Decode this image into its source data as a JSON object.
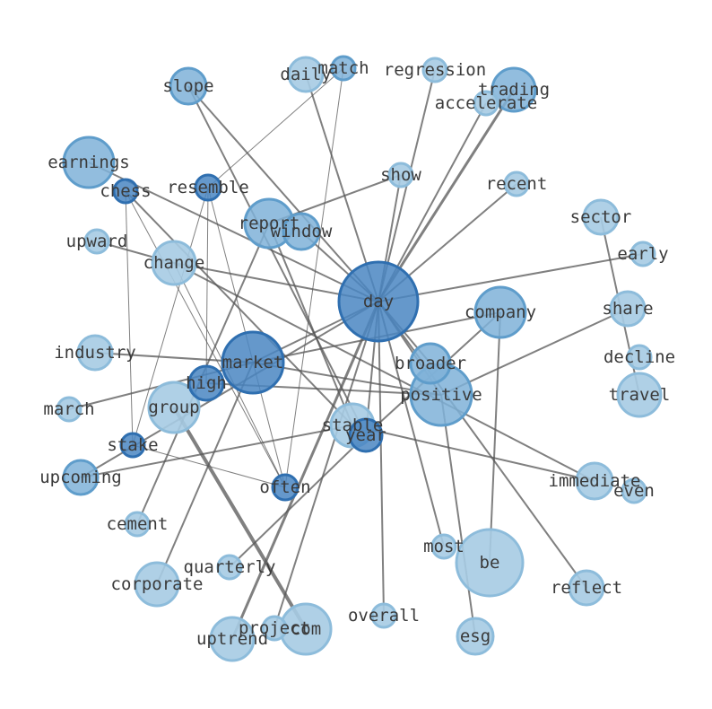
{
  "palette": {
    "light_fill": "#a6cbe3",
    "light_stroke": "#8dbcdb",
    "mid_fill": "#7fb2d8",
    "mid_stroke": "#5f9dcb",
    "dark_fill": "#4a86c2",
    "dark_stroke": "#2f6fb0",
    "edge": "#555555"
  },
  "nodes": [
    {
      "id": "day",
      "label": "day",
      "shade": "dark"
    },
    {
      "id": "market",
      "label": "market",
      "shade": "dark"
    },
    {
      "id": "positive",
      "label": "positive",
      "shade": "mid"
    },
    {
      "id": "be",
      "label": "be",
      "shade": "light"
    },
    {
      "id": "com",
      "label": "com",
      "shade": "light"
    },
    {
      "id": "company",
      "label": "company",
      "shade": "mid"
    },
    {
      "id": "earnings",
      "label": "earnings",
      "shade": "mid"
    },
    {
      "id": "report",
      "label": "report",
      "shade": "mid"
    },
    {
      "id": "group",
      "label": "group",
      "shade": "light"
    },
    {
      "id": "broader",
      "label": "broader",
      "shade": "mid"
    },
    {
      "id": "trading",
      "label": "trading",
      "shade": "mid"
    },
    {
      "id": "stable",
      "label": "stable",
      "shade": "light"
    },
    {
      "id": "change",
      "label": "change",
      "shade": "light"
    },
    {
      "id": "window",
      "label": "window",
      "shade": "mid"
    },
    {
      "id": "year",
      "label": "year",
      "shade": "dark"
    },
    {
      "id": "travel",
      "label": "travel",
      "shade": "light"
    },
    {
      "id": "immediate",
      "label": "immediate",
      "shade": "light"
    },
    {
      "id": "uptrend",
      "label": "uptrend",
      "shade": "light"
    },
    {
      "id": "corporate",
      "label": "corporate",
      "shade": "light"
    },
    {
      "id": "high",
      "label": "high",
      "shade": "dark"
    },
    {
      "id": "slope",
      "label": "slope",
      "shade": "mid"
    },
    {
      "id": "share",
      "label": "share",
      "shade": "light"
    },
    {
      "id": "esg",
      "label": "esg",
      "shade": "light"
    },
    {
      "id": "reflect",
      "label": "reflect",
      "shade": "light"
    },
    {
      "id": "upcoming",
      "label": "upcoming",
      "shade": "mid"
    },
    {
      "id": "daily",
      "label": "daily",
      "shade": "light"
    },
    {
      "id": "industry",
      "label": "industry",
      "shade": "light"
    },
    {
      "id": "sector",
      "label": "sector",
      "shade": "light"
    },
    {
      "id": "often",
      "label": "often",
      "shade": "dark"
    },
    {
      "id": "resemble",
      "label": "resemble",
      "shade": "dark"
    },
    {
      "id": "chess",
      "label": "chess",
      "shade": "dark"
    },
    {
      "id": "stake",
      "label": "stake",
      "shade": "dark"
    },
    {
      "id": "match",
      "label": "match",
      "shade": "mid"
    },
    {
      "id": "regression",
      "label": "regression",
      "shade": "light"
    },
    {
      "id": "accelerate",
      "label": "accelerate",
      "shade": "light"
    },
    {
      "id": "show",
      "label": "show",
      "shade": "light"
    },
    {
      "id": "recent",
      "label": "recent",
      "shade": "light"
    },
    {
      "id": "upward",
      "label": "upward",
      "shade": "light"
    },
    {
      "id": "early",
      "label": "early",
      "shade": "light"
    },
    {
      "id": "decline",
      "label": "decline",
      "shade": "light"
    },
    {
      "id": "march",
      "label": "march",
      "shade": "light"
    },
    {
      "id": "even",
      "label": "even",
      "shade": "light"
    },
    {
      "id": "cement",
      "label": "cement",
      "shade": "light"
    },
    {
      "id": "most",
      "label": "most",
      "shade": "light"
    },
    {
      "id": "quarterly",
      "label": "quarterly",
      "shade": "light"
    },
    {
      "id": "overall",
      "label": "overall",
      "shade": "light"
    },
    {
      "id": "project",
      "label": "project",
      "shade": "light"
    }
  ],
  "edges": [
    {
      "source": "day",
      "target": "trading",
      "weight": 3
    },
    {
      "source": "day",
      "target": "accelerate",
      "weight": 2
    },
    {
      "source": "day",
      "target": "regression",
      "weight": 2
    },
    {
      "source": "day",
      "target": "show",
      "weight": 2
    },
    {
      "source": "day",
      "target": "recent",
      "weight": 2
    },
    {
      "source": "day",
      "target": "early",
      "weight": 2
    },
    {
      "source": "day",
      "target": "daily",
      "weight": 2
    },
    {
      "source": "day",
      "target": "slope",
      "weight": 2
    },
    {
      "source": "day",
      "target": "window",
      "weight": 2
    },
    {
      "source": "day",
      "target": "change",
      "weight": 2
    },
    {
      "source": "day",
      "target": "market",
      "weight": 2
    },
    {
      "source": "day",
      "target": "positive",
      "weight": 2
    },
    {
      "source": "day",
      "target": "broader",
      "weight": 2
    },
    {
      "source": "day",
      "target": "year",
      "weight": 2
    },
    {
      "source": "day",
      "target": "overall",
      "weight": 2
    },
    {
      "source": "day",
      "target": "most",
      "weight": 2
    },
    {
      "source": "day",
      "target": "reflect",
      "weight": 2
    },
    {
      "source": "day",
      "target": "uptrend",
      "weight": 3
    },
    {
      "source": "day",
      "target": "project",
      "weight": 2
    },
    {
      "source": "day",
      "target": "upcoming",
      "weight": 2
    },
    {
      "source": "day",
      "target": "earnings",
      "weight": 2
    },
    {
      "source": "market",
      "target": "industry",
      "weight": 2
    },
    {
      "source": "market",
      "target": "company",
      "weight": 2
    },
    {
      "source": "market",
      "target": "positive",
      "weight": 2
    },
    {
      "source": "market",
      "target": "march",
      "weight": 2
    },
    {
      "source": "market",
      "target": "corporate",
      "weight": 2
    },
    {
      "source": "positive",
      "target": "share",
      "weight": 2
    },
    {
      "source": "positive",
      "target": "high",
      "weight": 2
    },
    {
      "source": "positive",
      "target": "esg",
      "weight": 2
    },
    {
      "source": "company",
      "target": "be",
      "weight": 2
    },
    {
      "source": "company",
      "target": "year",
      "weight": 2
    },
    {
      "source": "group",
      "target": "com",
      "weight": 4
    },
    {
      "source": "report",
      "target": "stable",
      "weight": 2
    },
    {
      "source": "report",
      "target": "show",
      "weight": 2
    },
    {
      "source": "report",
      "target": "cement",
      "weight": 2
    },
    {
      "source": "stable",
      "target": "upcoming",
      "weight": 2
    },
    {
      "source": "stable",
      "target": "immediate",
      "weight": 2
    },
    {
      "source": "stable",
      "target": "chess",
      "weight": 2
    },
    {
      "source": "change",
      "target": "upward",
      "weight": 2
    },
    {
      "source": "change",
      "target": "immediate",
      "weight": 2
    },
    {
      "source": "sector",
      "target": "travel",
      "weight": 2
    },
    {
      "source": "slope",
      "target": "year",
      "weight": 2
    },
    {
      "source": "year",
      "target": "quarterly",
      "weight": 2
    },
    {
      "source": "often",
      "target": "resemble",
      "weight": 1
    },
    {
      "source": "often",
      "target": "chess",
      "weight": 1
    },
    {
      "source": "often",
      "target": "match",
      "weight": 1
    },
    {
      "source": "often",
      "target": "stake",
      "weight": 1
    },
    {
      "source": "often",
      "target": "change",
      "weight": 1
    },
    {
      "source": "resemble",
      "target": "match",
      "weight": 1
    },
    {
      "source": "resemble",
      "target": "high",
      "weight": 1
    },
    {
      "source": "resemble",
      "target": "stake",
      "weight": 1
    },
    {
      "source": "chess",
      "target": "stake",
      "weight": 1
    }
  ]
}
